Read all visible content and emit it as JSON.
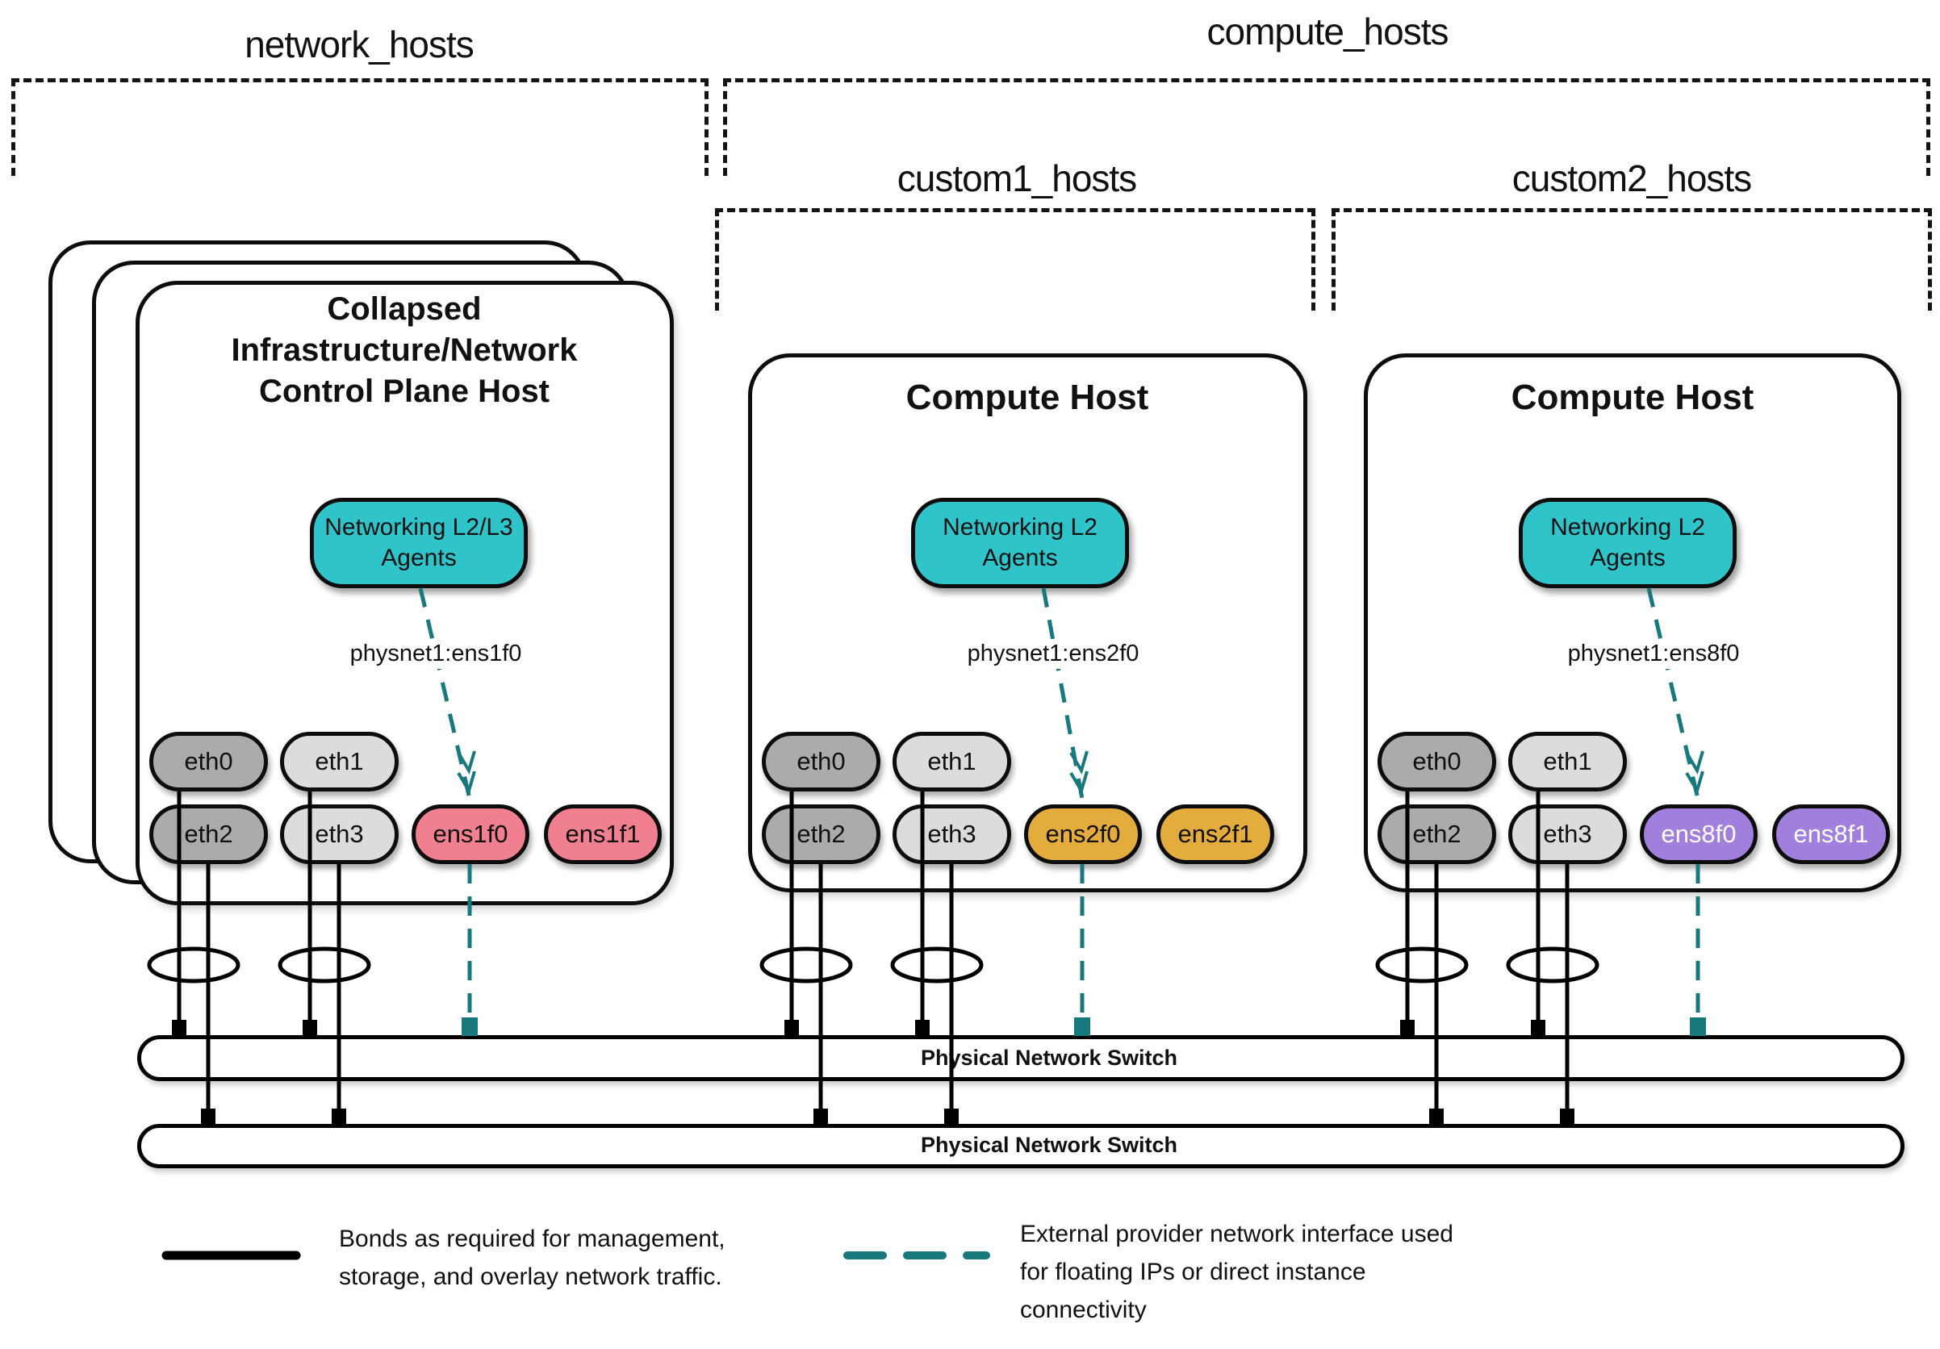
{
  "groups": {
    "network": {
      "label": "network_hosts"
    },
    "compute": {
      "label": "compute_hosts"
    },
    "custom1": {
      "label": "custom1_hosts"
    },
    "custom2": {
      "label": "custom2_hosts"
    }
  },
  "hosts": [
    {
      "title": "Collapsed Infrastructure/Network Control Plane Host",
      "agent_label": "Networking L2/L3 Agents",
      "physnet_label": "physnet1:ens1f0",
      "nics": [
        "eth0",
        "eth1",
        "eth2",
        "eth3",
        "ens1f0",
        "ens1f1"
      ]
    },
    {
      "title": "Compute Host",
      "agent_label": "Networking L2 Agents",
      "physnet_label": "physnet1:ens2f0",
      "nics": [
        "eth0",
        "eth1",
        "eth2",
        "eth3",
        "ens2f0",
        "ens2f1"
      ]
    },
    {
      "title": "Compute Host",
      "agent_label": "Networking L2 Agents",
      "physnet_label": "physnet1:ens8f0",
      "nics": [
        "eth0",
        "eth1",
        "eth2",
        "eth3",
        "ens8f0",
        "ens8f1"
      ]
    }
  ],
  "switches": [
    {
      "label": "Physical Network Switch"
    },
    {
      "label": "Physical Network Switch"
    }
  ],
  "legend": {
    "bond_text": "Bonds as required for management, storage, and overlay network traffic.",
    "provider_text": "External provider network interface used for floating IPs or direct instance connectivity"
  },
  "colors": {
    "agent_fill": "#2ec4c9",
    "provider_line": "#17787e",
    "nic_dark_gray": "#ababab",
    "nic_light_gray": "#dcdcdc",
    "nic_pink": "#f0808f",
    "nic_gold": "#e4ac3c",
    "nic_purple": "#a17fdc"
  }
}
